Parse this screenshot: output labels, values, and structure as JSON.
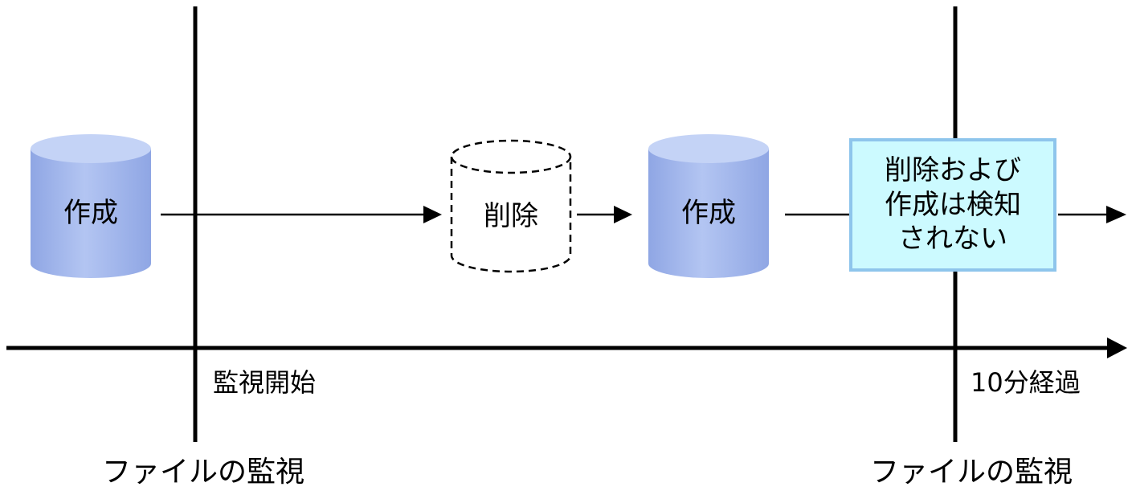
{
  "events": {
    "create_first": "作成",
    "delete": "削除",
    "create_second": "作成"
  },
  "note": {
    "lines": [
      "削除および",
      "作成は検知",
      "されない"
    ]
  },
  "timeline": {
    "start_label": "監視開始",
    "end_label": "10分経過"
  },
  "captions": {
    "left": "ファイルの監視",
    "right": "ファイルの監視"
  },
  "colors": {
    "cylinder_fill": "#a3b8ee",
    "cylinder_top": "#c4d3f6",
    "note_fill": "#ccfaff",
    "note_border": "#8ec5ec",
    "line": "#000000"
  }
}
